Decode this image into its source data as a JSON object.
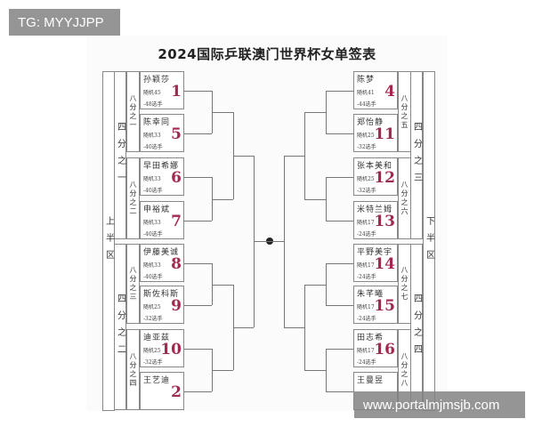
{
  "title": "2024国际乒联澳门世界杯女单签表",
  "watermark_top": "TG: MYYJJPP",
  "watermark_bottom": "www.portalmjmsjb.com",
  "left": {
    "half": "上半区",
    "quarters": [
      "四分之一",
      "四分之二"
    ],
    "eighths": [
      "八分之一",
      "八分之二",
      "八分之三",
      "八分之四"
    ],
    "players": [
      {
        "name": "孙颖莎",
        "seed": "1",
        "draw": "随机45",
        "quota": "-48选手"
      },
      {
        "name": "陈幸同",
        "seed": "5",
        "draw": "随机33",
        "quota": "-40选手"
      },
      {
        "name": "早田希娜",
        "seed": "6",
        "draw": "随机33",
        "quota": "-40选手"
      },
      {
        "name": "申裕斌",
        "seed": "7",
        "draw": "随机33",
        "quota": "-40选手"
      },
      {
        "name": "伊藤美诚",
        "seed": "8",
        "draw": "随机33",
        "quota": "-40选手"
      },
      {
        "name": "斯佐科斯",
        "seed": "9",
        "draw": "随机25",
        "quota": "-32选手"
      },
      {
        "name": "迪亚兹",
        "seed": "10",
        "draw": "随机25",
        "quota": "-32选手"
      },
      {
        "name": "王艺迪",
        "seed": "2",
        "draw": "",
        "quota": ""
      }
    ]
  },
  "right": {
    "half": "下半区",
    "quarters": [
      "四分之三",
      "四分之四"
    ],
    "eighths": [
      "八分之五",
      "八分之六",
      "八分之七",
      "八分之八"
    ],
    "players": [
      {
        "name": "陈梦",
        "seed": "4",
        "draw": "随机41",
        "quota": "-44选手"
      },
      {
        "name": "郑怡静",
        "seed": "11",
        "draw": "随机25",
        "quota": "-32选手"
      },
      {
        "name": "张本美和",
        "seed": "12",
        "draw": "随机25",
        "quota": "-32选手"
      },
      {
        "name": "米特兰姆",
        "seed": "13",
        "draw": "随机17",
        "quota": "-24选手"
      },
      {
        "name": "平野美宇",
        "seed": "14",
        "draw": "随机17",
        "quota": "-24选手"
      },
      {
        "name": "朱芊曦",
        "seed": "15",
        "draw": "随机17",
        "quota": "-24选手"
      },
      {
        "name": "田志希",
        "seed": "16",
        "draw": "随机17",
        "quota": "-24选手"
      },
      {
        "name": "王曼昱",
        "seed": "",
        "draw": "",
        "quota": ""
      }
    ]
  }
}
